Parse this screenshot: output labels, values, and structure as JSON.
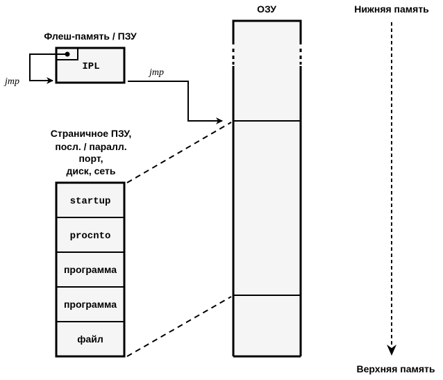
{
  "labels": {
    "flash_title": "Флеш-память / ПЗУ",
    "ipl": "IPL",
    "jmp_left": "jmp",
    "jmp_right": "jmp",
    "ram_title": "ОЗУ",
    "low_memory": "Нижняя память",
    "high_memory": "Верхняя память",
    "paged_rom_lines": [
      "Страничное ПЗУ,",
      "посл. / паралл.",
      "порт,",
      "диск, сеть"
    ]
  },
  "image_blocks": [
    {
      "label": "startup",
      "style": "mono"
    },
    {
      "label": "procnto",
      "style": "mono"
    },
    {
      "label": "программа",
      "style": "sans"
    },
    {
      "label": "программа",
      "style": "sans"
    },
    {
      "label": "файл",
      "style": "sans"
    }
  ],
  "colors": {
    "stroke": "#000000",
    "fill": "#f5f5f5",
    "background": "#ffffff"
  }
}
